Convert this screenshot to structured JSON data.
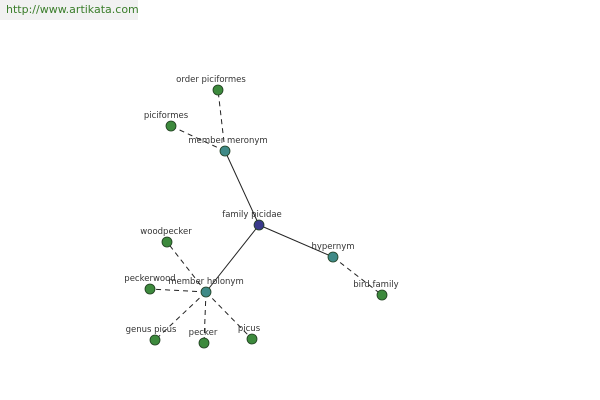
{
  "banner": {
    "url": "http://www.artikata.com"
  },
  "colors": {
    "background": "#ffffff",
    "edge": "#222222",
    "central_node": "#3a3a8c",
    "relation_node": "#3f8a87",
    "leaf_node": "#3d8a3d",
    "node_outline": "#1f3d1f",
    "label": "#333333",
    "url_text": "#3a7d2a"
  },
  "graph": {
    "nodes": [
      {
        "id": "family-picidae",
        "label": "family picidae",
        "kind": "central"
      },
      {
        "id": "member-meronym",
        "label": "member meronym",
        "kind": "relation"
      },
      {
        "id": "hypernym",
        "label": "hypernym",
        "kind": "relation"
      },
      {
        "id": "member-holonym",
        "label": "member holonym",
        "kind": "relation"
      },
      {
        "id": "order-piciformes",
        "label": "order piciformes",
        "kind": "leaf"
      },
      {
        "id": "piciformes",
        "label": "piciformes",
        "kind": "leaf"
      },
      {
        "id": "bird-family",
        "label": "bird family",
        "kind": "leaf"
      },
      {
        "id": "woodpecker",
        "label": "woodpecker",
        "kind": "leaf"
      },
      {
        "id": "peckerwood",
        "label": "peckerwood",
        "kind": "leaf"
      },
      {
        "id": "genus-picus",
        "label": "genus picus",
        "kind": "leaf"
      },
      {
        "id": "pecker",
        "label": "pecker",
        "kind": "leaf"
      },
      {
        "id": "picus",
        "label": "picus",
        "kind": "leaf"
      }
    ],
    "edges": [
      {
        "from": "family-picidae",
        "to": "member-meronym",
        "style": "solid"
      },
      {
        "from": "family-picidae",
        "to": "hypernym",
        "style": "solid"
      },
      {
        "from": "family-picidae",
        "to": "member-holonym",
        "style": "solid"
      },
      {
        "from": "member-meronym",
        "to": "order-piciformes",
        "style": "dashed"
      },
      {
        "from": "member-meronym",
        "to": "piciformes",
        "style": "dashed"
      },
      {
        "from": "hypernym",
        "to": "bird-family",
        "style": "dashed"
      },
      {
        "from": "member-holonym",
        "to": "woodpecker",
        "style": "dashed"
      },
      {
        "from": "member-holonym",
        "to": "peckerwood",
        "style": "dashed"
      },
      {
        "from": "member-holonym",
        "to": "genus-picus",
        "style": "dashed"
      },
      {
        "from": "member-holonym",
        "to": "pecker",
        "style": "dashed"
      },
      {
        "from": "member-holonym",
        "to": "picus",
        "style": "dashed"
      }
    ]
  }
}
